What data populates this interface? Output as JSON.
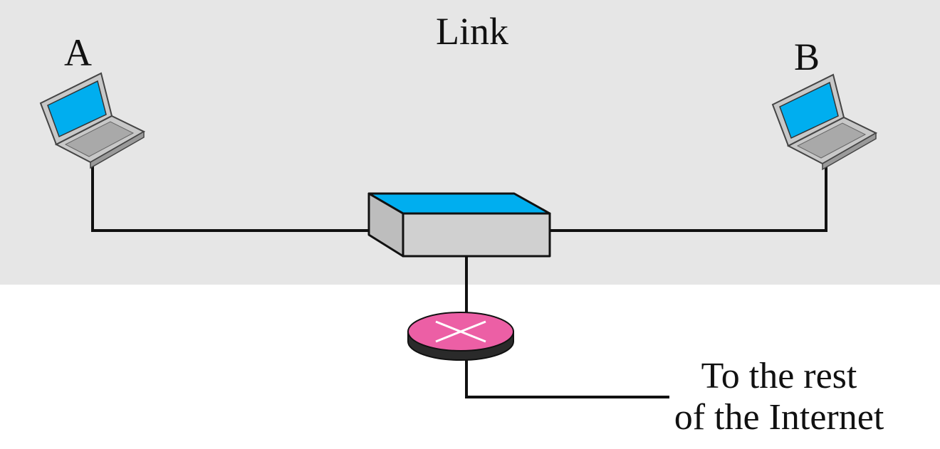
{
  "labels": {
    "link": "Link",
    "host_a": "A",
    "host_b": "B",
    "internet_line1": "To the rest",
    "internet_line2": "of the Internet"
  },
  "nodes": {
    "host_a_icon": "laptop-icon",
    "host_b_icon": "laptop-icon",
    "switch_icon": "switch-icon",
    "router_icon": "router-icon"
  },
  "colors": {
    "link_region": "#e6e6e6",
    "screen": "#00aeef",
    "device_body": "#c8c8c8",
    "router": "#ec5fa5",
    "wire": "#111111"
  }
}
